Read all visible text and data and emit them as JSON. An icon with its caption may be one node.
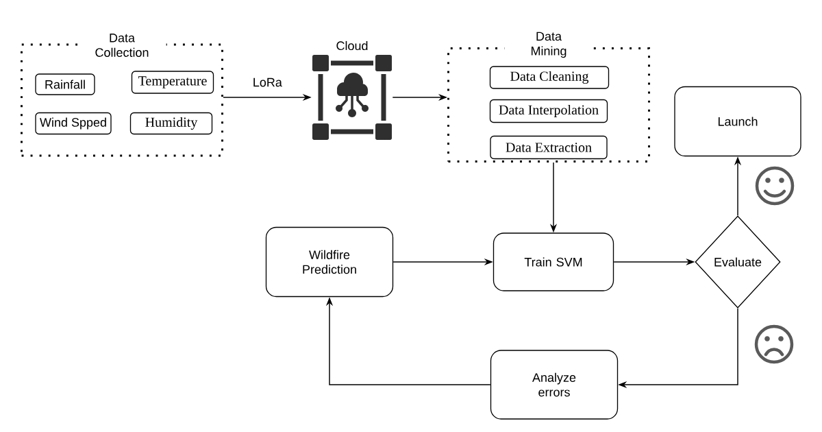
{
  "diagram": {
    "nodes": [
      {
        "text": [
          "Data Collection"
        ]
      },
      {
        "text": [
          "Rainfall"
        ],
        "in": 0
      },
      {
        "text": [
          "Temperature"
        ],
        "in": 0
      },
      {
        "text": [
          "Wind Spped"
        ],
        "in": 0
      },
      {
        "text": [
          "Humidity"
        ],
        "in": 0
      },
      {
        "text": [],
        "shape": "picture",
        "beside": [
          "Cloud"
        ]
      },
      {
        "text": [
          "Data Mining"
        ]
      },
      {
        "text": [
          "Data Cleaning"
        ],
        "in": 6
      },
      {
        "text": [
          "Data Interpolation"
        ],
        "in": 6
      },
      {
        "text": [
          "Data Extraction"
        ],
        "in": 6
      },
      {
        "text": [
          "Launch"
        ]
      },
      {
        "text": [
          "Wildfire Prediction"
        ]
      },
      {
        "text": [
          "Train SVM"
        ]
      },
      {
        "text": [
          "Evaluate"
        ]
      },
      {
        "text": [
          "Analyze errors"
        ]
      }
    ],
    "edges": [
      {
        "from": 0,
        "to": 5,
        "arrow": "to",
        "label": "LoRa"
      },
      {
        "from": 5,
        "to": 6,
        "arrow": "to"
      },
      {
        "from": 6,
        "to": 12,
        "arrow": "to"
      },
      {
        "from": 11,
        "to": 12,
        "arrow": "to"
      },
      {
        "from": 12,
        "to": 13,
        "arrow": "to"
      },
      {
        "from": 13,
        "to": 10,
        "arrow": "to"
      },
      {
        "from": 13,
        "to": 14,
        "arrow": "to"
      },
      {
        "from": 14,
        "to": 11,
        "arrow": "to"
      }
    ]
  }
}
